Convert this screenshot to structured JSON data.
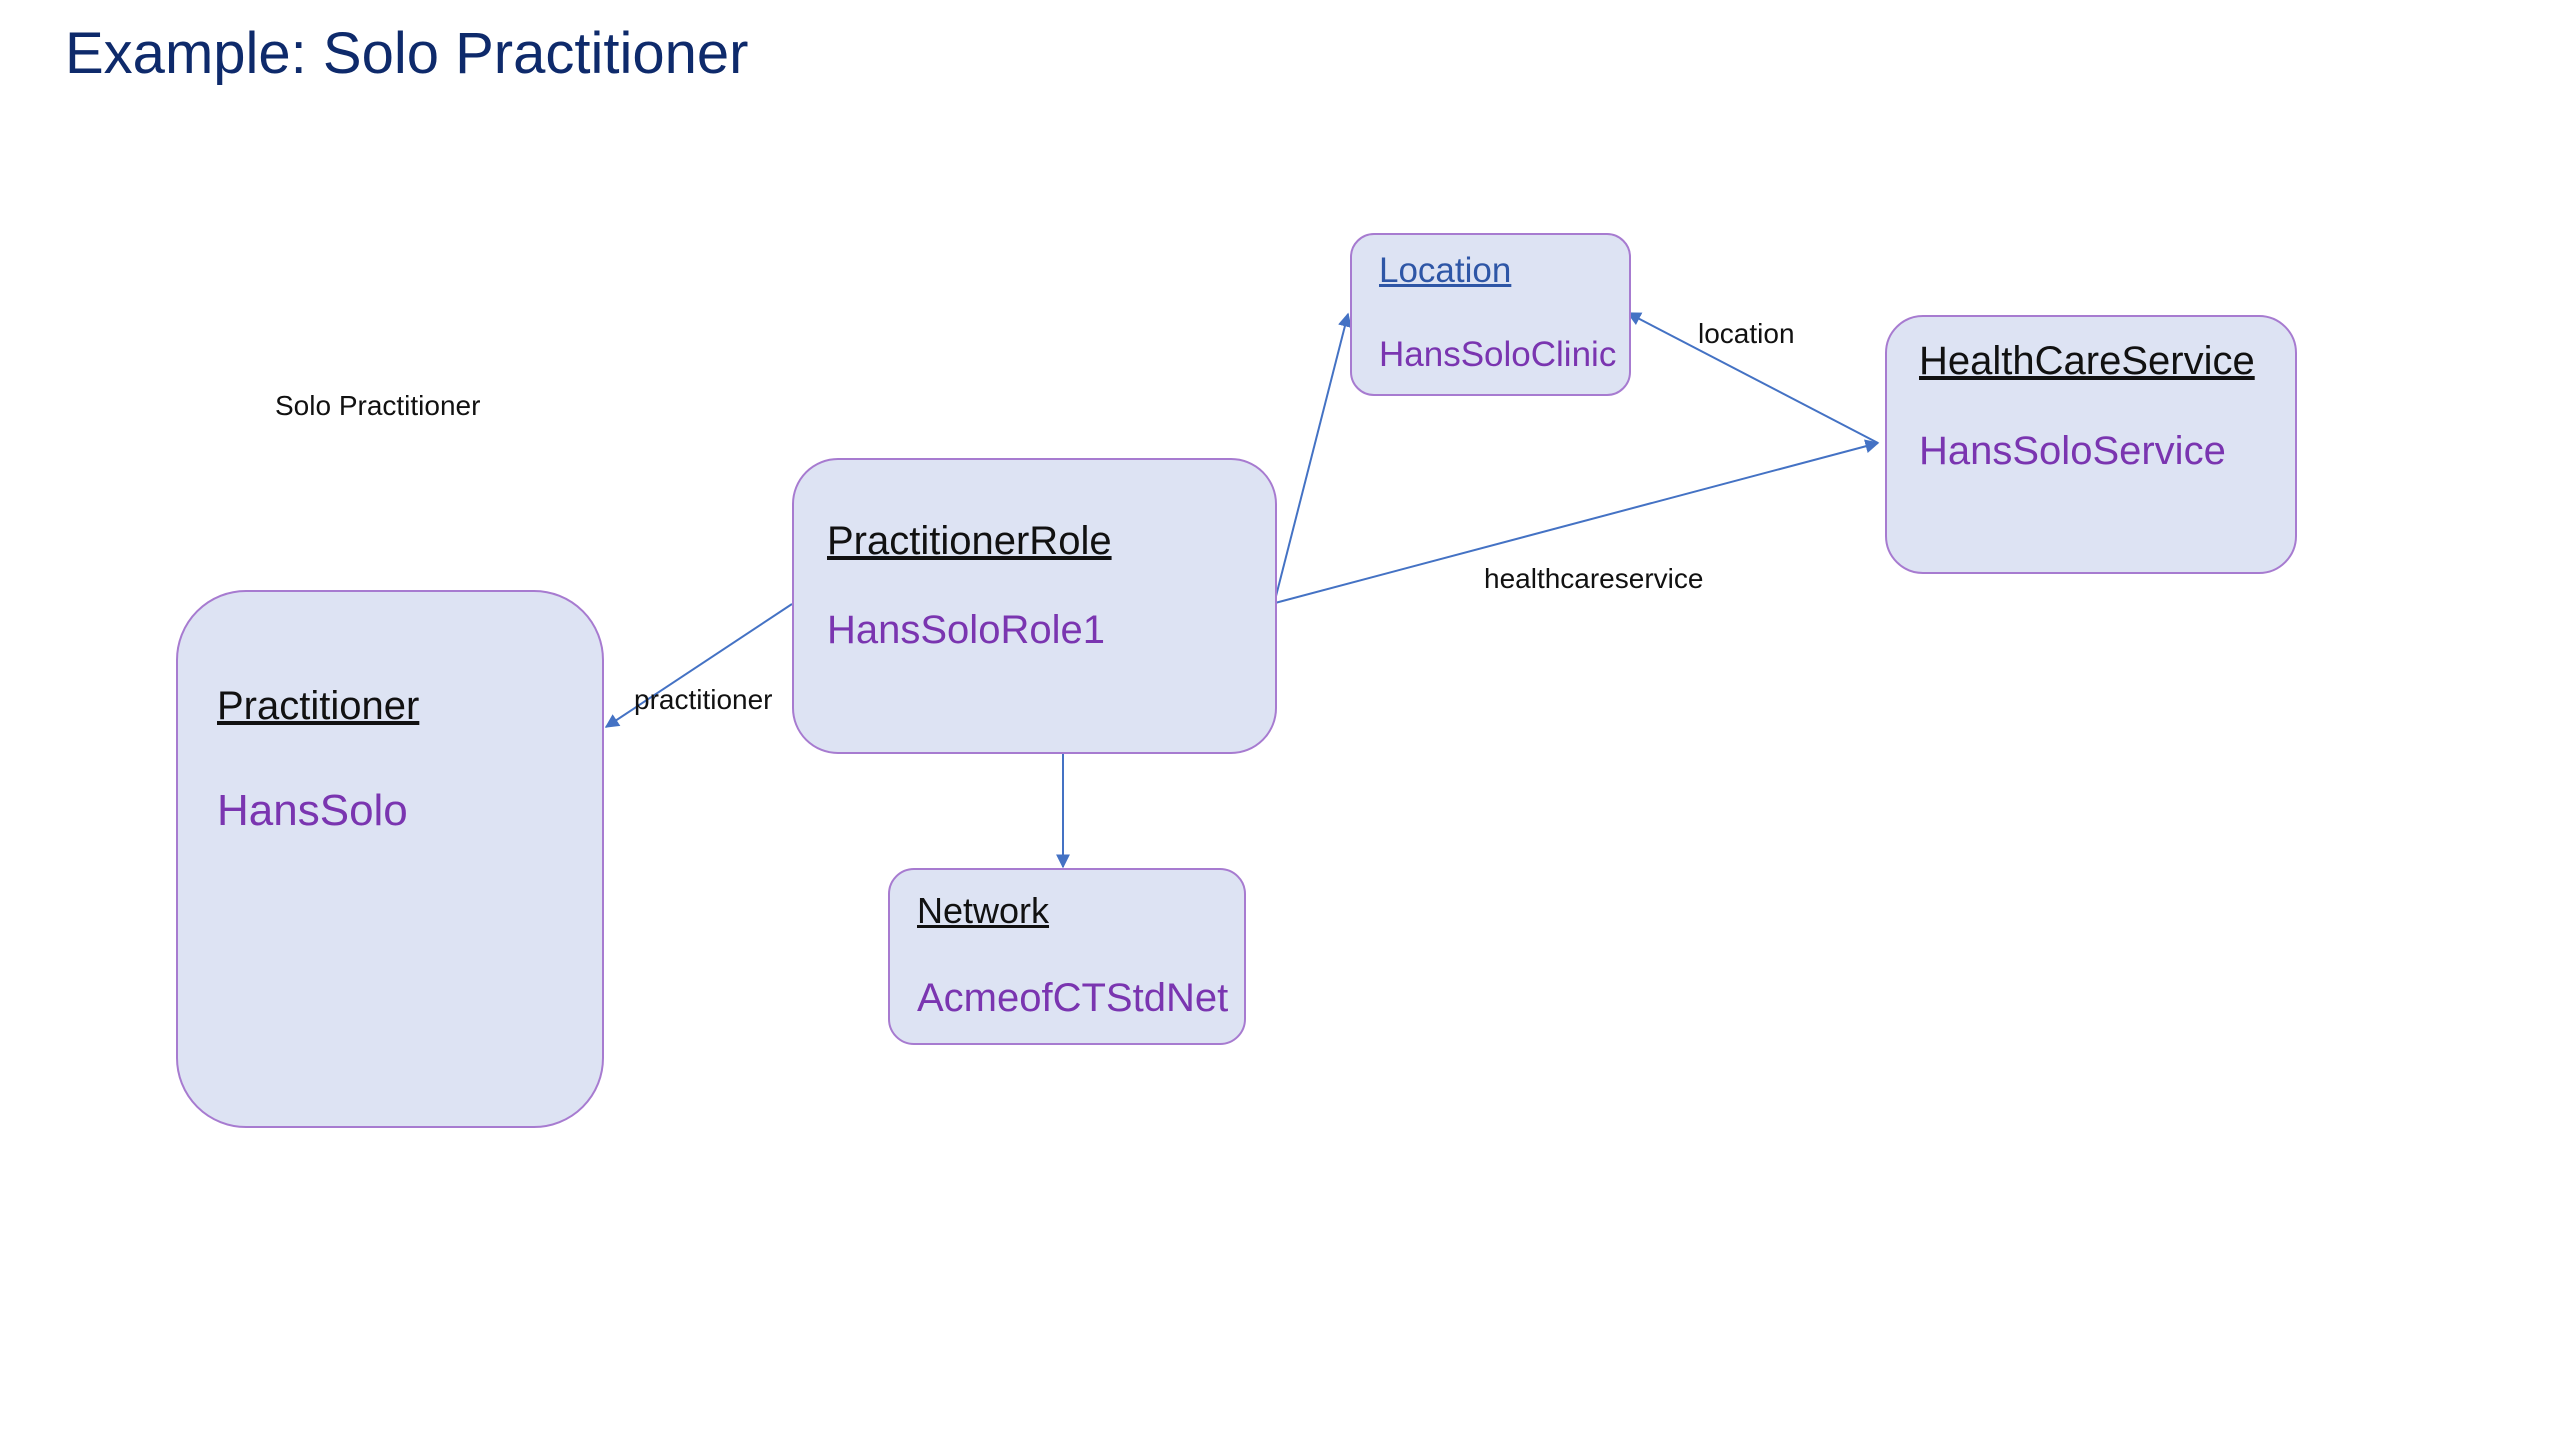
{
  "title": "Example: Solo Practitioner",
  "caption": "Solo Practitioner",
  "colors": {
    "title": "#0e2a6b",
    "node_fill": "#dde3f3",
    "node_border": "#a77bd0",
    "instance_text": "#7a35b0",
    "type_text": "#111111",
    "location_type_text": "#2e56a6",
    "connector": "#4472c4"
  },
  "nodes": {
    "practitioner": {
      "type": "Practitioner",
      "name": "HansSolo"
    },
    "practitioner_role": {
      "type": "PractitionerRole",
      "name": "HansSoloRole1"
    },
    "location": {
      "type": "Location",
      "name": "HansSoloClinic"
    },
    "healthcare_service": {
      "type": "HealthCareService",
      "name": "HansSoloService"
    },
    "network": {
      "type": "Network",
      "name": "AcmeofCTStdNet"
    }
  },
  "edges": {
    "practitioner": "practitioner",
    "location": "location",
    "healthcareservice": "healthcareservice"
  }
}
